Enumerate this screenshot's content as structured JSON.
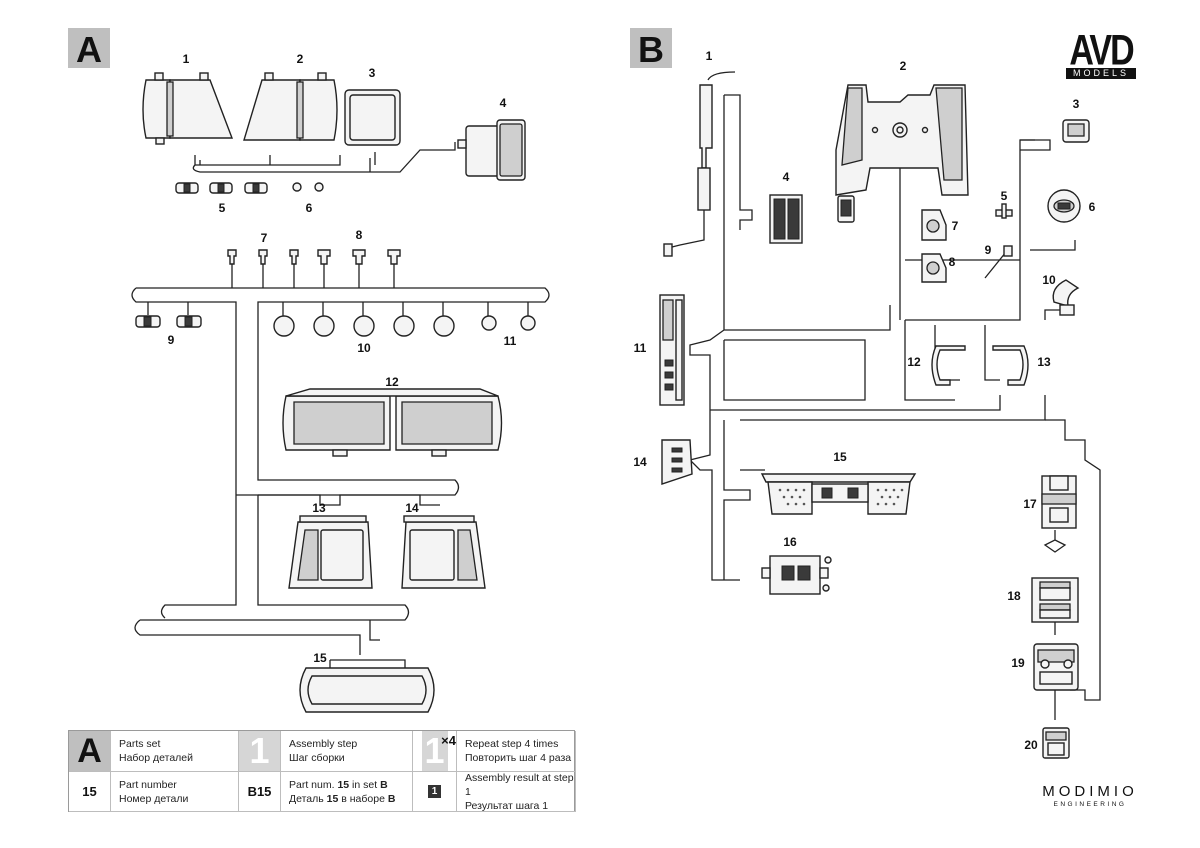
{
  "sheet_a": {
    "letter": "A",
    "parts": [
      "1",
      "2",
      "3",
      "4",
      "5",
      "6",
      "7",
      "8",
      "9",
      "10",
      "11",
      "12",
      "13",
      "14",
      "15"
    ]
  },
  "sheet_b": {
    "letter": "B",
    "parts": [
      "1",
      "2",
      "3",
      "4",
      "5",
      "6",
      "7",
      "8",
      "9",
      "10",
      "11",
      "12",
      "13",
      "14",
      "15",
      "16",
      "17",
      "18",
      "19",
      "20"
    ]
  },
  "logos": {
    "avd": "AVD",
    "avd_sub": "MODELS",
    "modimio": "MODIMIO",
    "modimio_sub": "ENGINEERING"
  },
  "legend": {
    "parts_set": {
      "symbol": "A",
      "en": "Parts set",
      "ru": "Набор деталей"
    },
    "assembly_step": {
      "symbol": "1",
      "en": "Assembly step",
      "ru": "Шаг сборки"
    },
    "repeat_step": {
      "symbol": "1",
      "multiplier": "×4",
      "en": "Repeat step 4 times",
      "ru": "Повторить шаг 4 раза"
    },
    "part_number": {
      "symbol": "15",
      "en": "Part number",
      "ru": "Номер детали"
    },
    "part_in_set": {
      "symbol": "B15",
      "en_pre": "Part num. ",
      "en_num": "15",
      "en_mid": " in set ",
      "en_set": "B",
      "ru_pre": "Деталь ",
      "ru_num": "15",
      "ru_mid": " в наборе ",
      "ru_set": "B"
    },
    "assembly_result": {
      "symbol": "1",
      "en": "Assembly result at step 1",
      "ru": "Результат шага 1"
    }
  },
  "colors": {
    "line": "#222222",
    "legend_gray": "#bfbfbf",
    "step_gray": "#d6d6d6",
    "part_fill": "#f4f4f4"
  }
}
